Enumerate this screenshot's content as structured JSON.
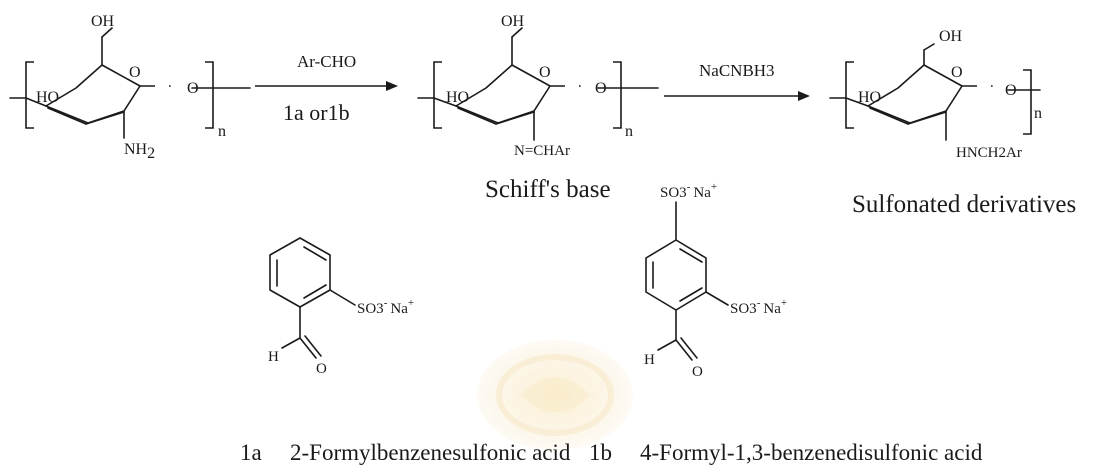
{
  "scheme": {
    "step1": {
      "reagent_top": "Ar-CHO",
      "reagent_bottom": "1a or1b"
    },
    "step2": {
      "reagent_top": "NaCNBH3"
    },
    "unit1": {
      "oh": "OH",
      "ring_o": "O",
      "glyco_o": "O",
      "ho": "HO",
      "sub_a": "NH",
      "sub_b": "2",
      "repeat": "n"
    },
    "unit2": {
      "oh": "OH",
      "ring_o": "O",
      "glyco_o": "O",
      "ho": "HO",
      "sub": "N=CHAr",
      "repeat": "n"
    },
    "unit3": {
      "oh": "OH",
      "ring_o": "O",
      "glyco_o": "O",
      "ho": "HO",
      "sub": "HNCH2Ar",
      "repeat": "n"
    },
    "caption_schiff": "Schiff's base",
    "caption_sulfonated": "Sulfonated derivatives"
  },
  "aldehydes": {
    "a": {
      "h": "H",
      "o": "O",
      "so3": "SO3",
      "na": "Na",
      "minus": "-",
      "plus": "+"
    },
    "b": {
      "h": "H",
      "o": "O",
      "so3": "SO3",
      "na": "Na",
      "minus": "-",
      "plus": "+"
    }
  },
  "legend": {
    "a_code": "1a",
    "a_name": "2-Formylbenzenesulfonic acid",
    "b_code": "1b",
    "b_name": "4-Formyl-1,3-benzenedisulfonic acid"
  },
  "watermark": {
    "icon": "university-seal-icon",
    "color": "#e6b54a"
  }
}
